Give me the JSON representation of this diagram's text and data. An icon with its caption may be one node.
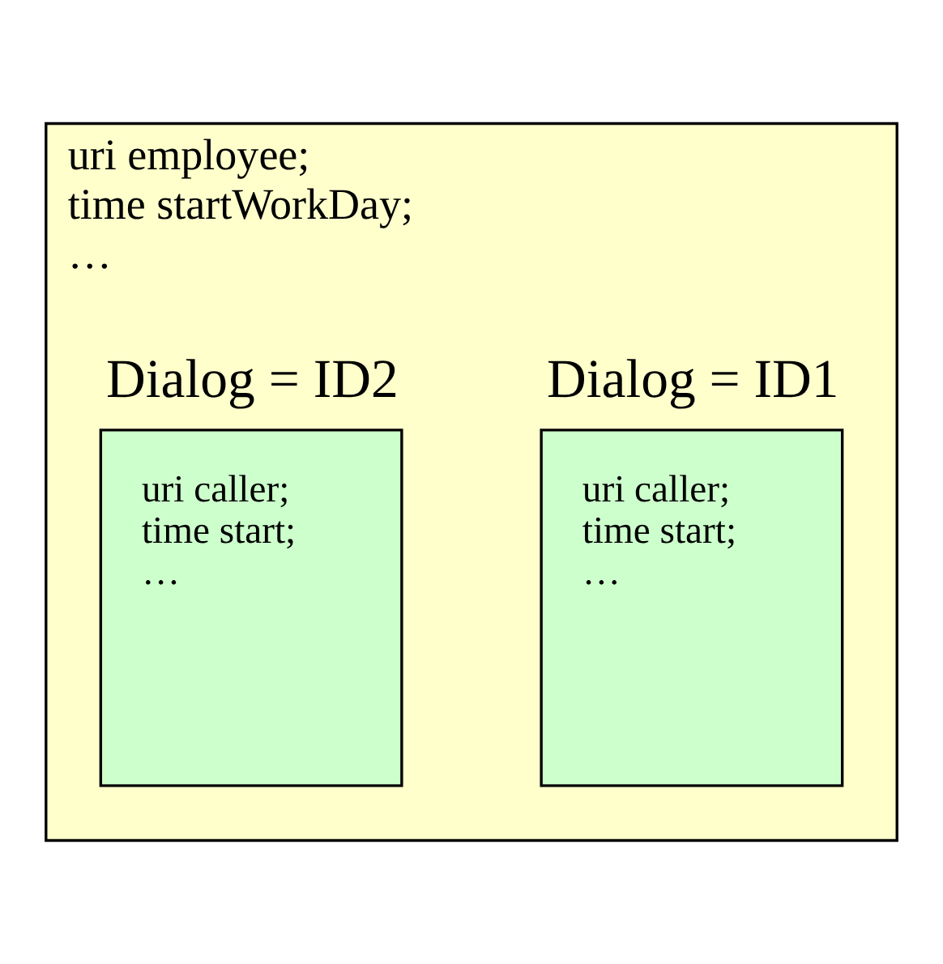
{
  "diagram": {
    "nodes": [
      {
        "text": [
          "uri employee;",
          "time startWorkDay;",
          "…"
        ]
      },
      {
        "text": [
          "Dialog = ID1",
          "uri caller;",
          "time start;",
          "…"
        ],
        "in": 0
      },
      {
        "text": [
          "Dialog = ID2",
          "uri caller;",
          "time start;",
          "…"
        ],
        "in": 0
      }
    ]
  }
}
